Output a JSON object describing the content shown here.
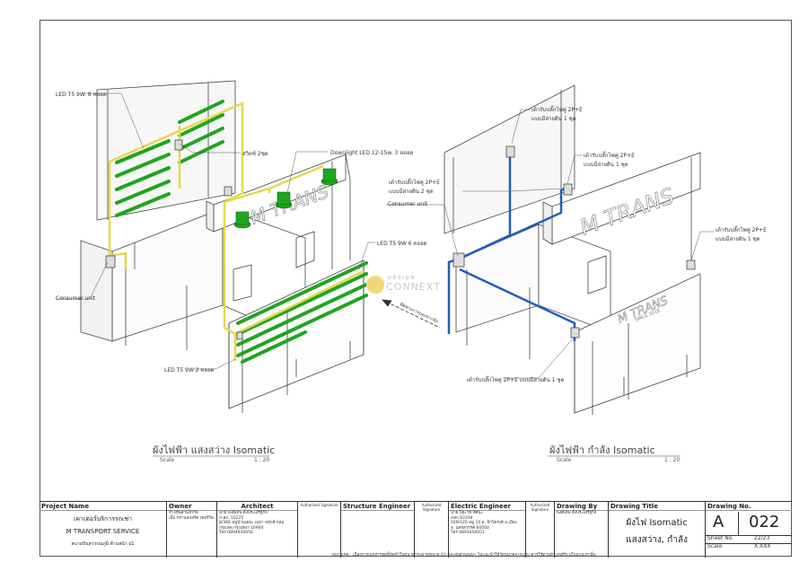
{
  "left_view": {
    "labels": {
      "led_top": "LED T5 9W. 8 หลอด",
      "switch": "สวิตช์ 2ชุด",
      "downlight": "Downlight LED 12-15w. 3 หลอด",
      "led_mid": "LED T5 9W 6 หลอด",
      "consumer": "Consumer unit",
      "led_bottom": "LED T5 9W 2 หลอด"
    },
    "title": "ผังไฟฟ้า แสงสว่าง Isomatic",
    "scale_label": "Scale",
    "scale_value": "1 : 20"
  },
  "right_view": {
    "labels": {
      "socket_top": "เต้ารับปลั๊กไฟคู่ 2P+E แบบมีสายดิน 1 ชุด",
      "socket_mid": "เต้ารับปลั๊กไฟคู่ 2P+E แบบมีสายดิน 1 ชุด",
      "socket_left": "เต้ารับปลั๊กไฟคู่ 2P+E แบบมีสายดิน 2 ชุด",
      "consumer": "Consumer unit",
      "socket_right": "เต้ารับปลั๊กไฟคู่ 2P+E แบบมีสายดิน 1 ชุด",
      "socket_bottom": "เต้ารับปลั๊กไฟคู่ 2P+E แบบมีสายดิน 1 ชุด",
      "sign_top": "M TRANS",
      "sign_front": "M TRANS",
      "sign_since": "SINCE 2018"
    },
    "title": "ผังไฟฟ้า กำลัง Isomatic",
    "scale_label": "Scale",
    "scale_value": "1 : 20"
  },
  "sign_left": "M TRANS",
  "arrow_label": "ทิศทางการมองจากผัง",
  "watermark": {
    "line1": "DESIGN",
    "line2": "CONNEXT"
  },
  "title_block": {
    "project_name_h": "Project Name",
    "project_name": "เคาเตอร์บริการรถเช่า",
    "project_name_en": "M TRANSPORT SERVICE",
    "project_loc": "สนามบินสุวรรณภูมิ ด้านหน้า ป1",
    "owner_h": "Owner",
    "owner_1": "ห้างหุ้นส่วนจำกัด",
    "owner_2": "เอ็ม ทรานสปอร์ต เซอร์วิส",
    "architect_h": "Architect",
    "architect_1": "นาย พงศ์เทพ ตั้งประเสริฐกิจ",
    "architect_2": "ภ-สถ. 10225",
    "architect_3": "8/366 หมู่บ้านเดอะ เมธา หลักสี่ กทม",
    "architect_4": "กรุงเทพ กรุงเทพฯ 10900",
    "architect_5": "โทร 0894930656",
    "auth_sig": "Authorized Signature",
    "structure_h": "Structure Engineer",
    "electric_h": "Electric Engineer",
    "electric_1": "นาย ปิยะวัช ทัศนะ",
    "electric_2": "ภฟก.62294",
    "electric_3": "169/120 หมู่ 10 ต. จิกโคร่งดี อ.เมือง",
    "electric_4": "จ. นครสวรรค์ 60000",
    "electric_5": "โทร 0891656051",
    "drawing_by_h": "Drawing By",
    "drawing_by": "พงศ์เทพ ตั้งประเสริฐกิจ",
    "drawing_title_h": "Drawing Title",
    "drawing_title_1": "ผังไฟ Isomatic",
    "drawing_title_2": "แสงสว่าง, กำลัง",
    "drawing_no_h": "Drawing No.",
    "drawing_letter": "A",
    "drawing_number": "022",
    "sheet_no_label": "Sheet No.",
    "sheet_no": "22/23",
    "scale_label": "Scale",
    "scale": "X:XXX"
  },
  "footer_note": "หมายเหตุ : เนื่องจากเอกสารชุดนี้จัดทำในขนาดกระดาษขนาด A3 และย่อส่วนลงมา ไม่แนะนำให้วัดขนาดจากแบบ ควรใช้ตามตัวเลขที่ระบุในแบบเท่านั้น",
  "colors": {
    "lighting": "#e8d84a",
    "led": "#1fa51f",
    "power": "#1f5fbf"
  }
}
